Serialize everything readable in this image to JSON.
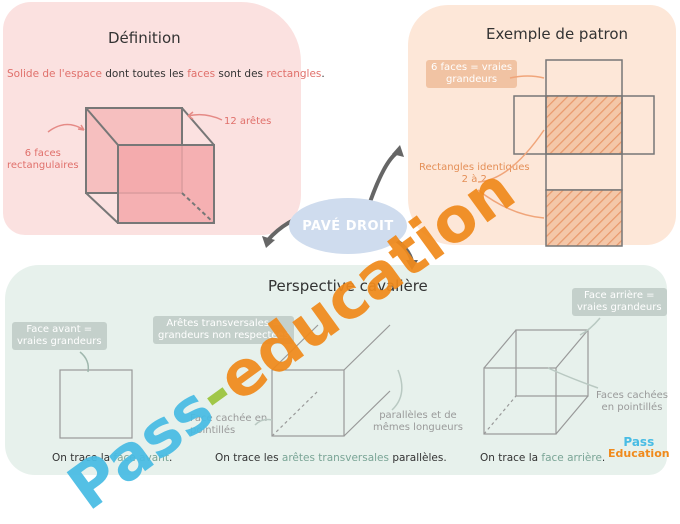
{
  "definition": {
    "title": "Définition",
    "sentence": {
      "part1": "Solide de l'espace",
      "part2": " dont toutes les ",
      "part3": "faces",
      "part4": " sont des ",
      "part5": "rectangles",
      "part6": "."
    },
    "label_faces": [
      "6 faces",
      "rectangulaires"
    ],
    "label_aretes": "12 arêtes"
  },
  "patron": {
    "title": "Exemple de patron",
    "tag_faces": [
      "6 faces = vraies",
      "grandeurs"
    ],
    "label_identiques": [
      "Rectangles identiques",
      "2 à 2"
    ]
  },
  "center": {
    "label": "PAVÉ DROIT"
  },
  "perspective": {
    "title": "Perspective cavalière",
    "tag_face_avant": [
      "Face avant =",
      "vraies grandeurs"
    ],
    "tag_aretes": [
      "Arêtes transversales =",
      "grandeurs non respectées"
    ],
    "tag_face_arriere": [
      "Face arrière =",
      "vraies grandeurs"
    ],
    "label_cachee": [
      "Face cachée en",
      "pointillés"
    ],
    "label_paralleles": [
      "parallèles et de",
      "mêmes longueurs"
    ],
    "label_cachees": [
      "Faces cachées",
      "en pointillés"
    ],
    "step1": {
      "a": "On trace la ",
      "b": "face avant",
      "c": "."
    },
    "step2": {
      "a": "On trace les ",
      "b": "arêtes transversales",
      "c": " parallèles."
    },
    "step3": {
      "a": "On trace la ",
      "b": "face arrière",
      "c": "."
    }
  },
  "watermark": {
    "pass": "Pass",
    "dash": "-",
    "education": "education"
  },
  "logo": {
    "line1": "Pass",
    "line2": "Education"
  },
  "colors": {
    "pink_panel": "#fbe1e0",
    "orange_panel": "#fde7d8",
    "green_panel": "#e7f1ec",
    "pink_text": "#e0706b",
    "teal_text": "#7aa596",
    "watermark_blue": "#48bce4",
    "watermark_green": "#9bc43c",
    "watermark_orange": "#f08a1c"
  }
}
